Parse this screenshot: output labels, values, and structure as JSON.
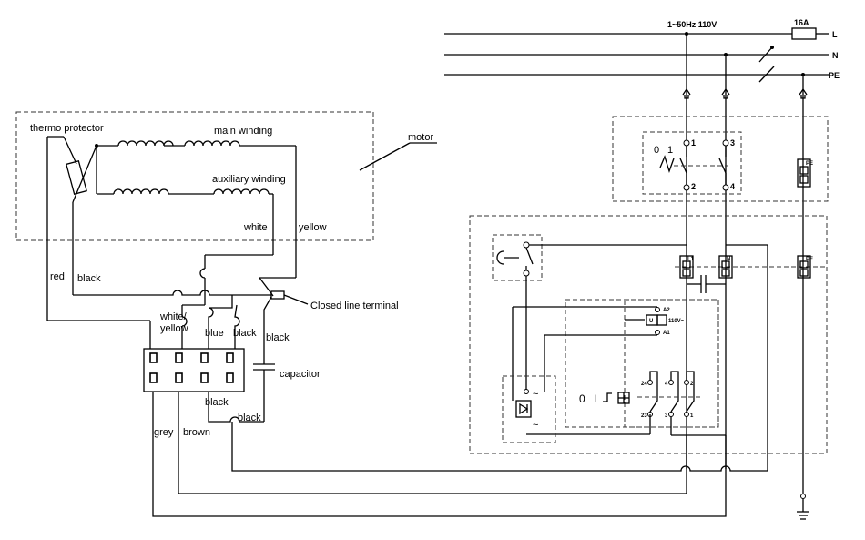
{
  "supply": {
    "spec": "1~50Hz  110V",
    "fuse": "16A",
    "line_l": "L",
    "line_n": "N",
    "line_pe": "PE"
  },
  "motor": {
    "label": "motor",
    "thermo_protector": "thermo protector",
    "main_winding": "main winding",
    "auxiliary_winding": "auxiliary winding"
  },
  "wires": {
    "white": "white",
    "yellow": "yellow",
    "red": "red",
    "black_left": "black",
    "white_yellow_1": "white/",
    "white_yellow_2": "yellow",
    "blue": "blue",
    "black_mid": "black",
    "black_cap": "black",
    "black_bottom": "black",
    "black_bottom2": "black",
    "grey": "grey",
    "brown": "brown"
  },
  "closed_line_terminal": "Closed line terminal",
  "capacitor": "capacitor",
  "switch_box": {
    "n1": "1",
    "n2": "2",
    "n3": "3",
    "n4": "4",
    "pos0": "0",
    "pos1": "1",
    "pe": "PE"
  },
  "control_box": {
    "l1": "L1",
    "n": "N",
    "pe": "PE",
    "a2": "A2",
    "a1": "A1",
    "coil_u": "U",
    "coil_v": "110V~",
    "t24": "24",
    "t4": "4",
    "t2": "2",
    "t23": "23",
    "t3": "3",
    "t1": "1",
    "button_0": "0",
    "button_1": "I"
  }
}
